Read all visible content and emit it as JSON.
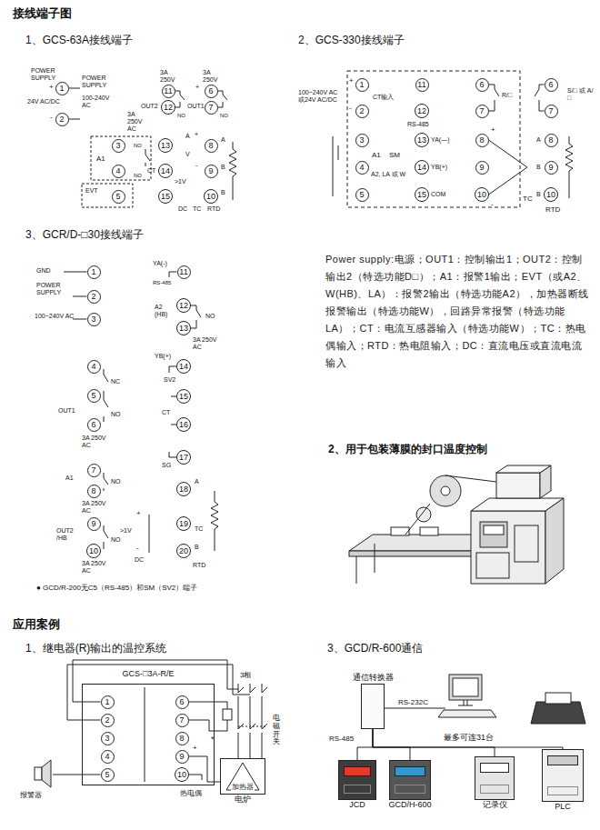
{
  "diagram": {
    "title": "接线端子图",
    "nodes": [
      {
        "text": [
          "1"
        ]
      },
      {
        "text": [
          "2"
        ]
      },
      {
        "text": [
          "3"
        ]
      },
      {
        "text": [
          "4"
        ]
      },
      {
        "text": [
          "5"
        ]
      },
      {
        "text": [
          "6"
        ]
      },
      {
        "text": [
          "7"
        ]
      },
      {
        "text": [
          "8"
        ]
      },
      {
        "text": [
          "9"
        ]
      },
      {
        "text": [
          "10"
        ]
      },
      {
        "text": [
          "11"
        ]
      },
      {
        "text": [
          "12"
        ]
      },
      {
        "text": [
          "13"
        ]
      },
      {
        "text": [
          "14"
        ]
      },
      {
        "text": [
          "15"
        ]
      },
      {
        "text": [
          "1"
        ]
      },
      {
        "text": [
          "2"
        ]
      },
      {
        "text": [
          "3"
        ]
      },
      {
        "text": [
          "4"
        ]
      },
      {
        "text": [
          "5"
        ]
      },
      {
        "text": [
          "6"
        ]
      },
      {
        "text": [
          "7"
        ]
      },
      {
        "text": [
          "8"
        ]
      },
      {
        "text": [
          "9"
        ]
      },
      {
        "text": [
          "10"
        ]
      },
      {
        "text": [
          "11"
        ]
      },
      {
        "text": [
          "12"
        ]
      },
      {
        "text": [
          "13"
        ]
      },
      {
        "text": [
          "14"
        ]
      },
      {
        "text": [
          "15"
        ]
      },
      {
        "text": [
          "6"
        ]
      },
      {
        "text": [
          "7"
        ]
      },
      {
        "text": [
          "8"
        ]
      },
      {
        "text": [
          "9"
        ]
      },
      {
        "text": [
          "10"
        ]
      },
      {
        "text": [
          "1"
        ]
      },
      {
        "text": [
          "2"
        ]
      },
      {
        "text": [
          "3"
        ]
      },
      {
        "text": [
          "4"
        ]
      },
      {
        "text": [
          "5"
        ]
      },
      {
        "text": [
          "6"
        ]
      },
      {
        "text": [
          "7"
        ]
      },
      {
        "text": [
          "8"
        ]
      },
      {
        "text": [
          "9"
        ]
      },
      {
        "text": [
          "10"
        ]
      },
      {
        "text": [
          "11"
        ]
      },
      {
        "text": [
          "12"
        ]
      },
      {
        "text": [
          "13"
        ]
      },
      {
        "text": [
          "14"
        ]
      },
      {
        "text": [
          "15"
        ]
      },
      {
        "text": [
          "16"
        ]
      },
      {
        "text": [
          "17"
        ]
      },
      {
        "text": [
          "18"
        ]
      },
      {
        "text": [
          "19"
        ]
      },
      {
        "text": [
          "20"
        ]
      },
      {
        "text": [
          "GCS-□3A-R/E"
        ]
      },
      {
        "text": [
          "1"
        ],
        "in": 55
      },
      {
        "text": [
          "2"
        ],
        "in": 55
      },
      {
        "text": [
          "3"
        ],
        "in": 55
      },
      {
        "text": [
          "4"
        ],
        "in": 55
      },
      {
        "text": [
          "5"
        ],
        "in": 55
      },
      {
        "text": [
          "6"
        ],
        "in": 55
      },
      {
        "text": [
          "7"
        ],
        "in": 55
      },
      {
        "text": [
          "8"
        ],
        "in": 55
      },
      {
        "text": [
          "9"
        ],
        "in": 55
      },
      {
        "text": [
          "10"
        ],
        "in": 55
      },
      {
        "text": [
          "加热器",
          "电炉"
        ]
      },
      {
        "text": [
          "通信转换器"
        ]
      },
      {
        "text": [
          "JCD"
        ]
      },
      {
        "text": [
          "GCD/H-600"
        ]
      },
      {
        "text": [
          "记录仪"
        ]
      },
      {
        "text": [
          "PLC"
        ]
      }
    ],
    "edges": [
      {
        "from": 67,
        "to": 68,
        "arrow": "none"
      },
      {
        "from": 67,
        "to": 69,
        "arrow": "none"
      },
      {
        "from": 67,
        "to": 70,
        "arrow": "none"
      },
      {
        "from": 67,
        "to": 71,
        "arrow": "none"
      }
    ],
    "labels": [
      "1、GCS-63A接线端子",
      "2、GCS-330接线端子",
      "POWER SUPPLY",
      "+",
      "24V AC/DC",
      "-",
      "POWER SUPPLY",
      "100-240V AC",
      "3A 250V",
      "OUT2",
      "NO",
      "3A 250V",
      "+",
      "OUT1",
      "NO",
      "3A 250V AC",
      "A1",
      "NO",
      "NO",
      "EVT",
      "CT",
      "A",
      "+",
      "V",
      "-",
      ">1V",
      "DC",
      "TC",
      "RTD",
      "A",
      "B",
      "B",
      "100~240V AC 或24V AC/DC",
      "+",
      "-",
      "CT输入",
      "RS-485",
      "YA(—)",
      "SM",
      "YB(+)",
      "COM",
      "A1",
      "A2, LA 或 W",
      "R/□",
      "+",
      "-",
      "TC",
      "S/□ 或 A/□",
      "A",
      "B",
      "B",
      "RTD",
      "3、GCR/D-□30接线端子",
      "GND",
      "POWER SUPPLY",
      "100~240V AC",
      "NC",
      "OUT1",
      "NO",
      "3A 250V AC",
      "A1",
      "NO",
      "3A 250V AC",
      "OUT2 /HB",
      "NO",
      "3A 250V AC",
      "YA(-)",
      "RS-485",
      "A2 (HB)",
      "NO",
      "3A 250V AC",
      "YB(+)",
      "SV2",
      "CT",
      "SG",
      "A",
      ">1V",
      "+",
      "-",
      "DC",
      "TC",
      "B",
      "RTD",
      "● GCD/R-200无C5（RS-485）和SM（SV2）端子",
      "Power supply:电源；OUT1：控制输出1；OUT2：控制输出2（特选功能D□）；A1：报警1输出；EVT（或A2、W(HB)、LA）：报警2输出（特选功能A2），加热器断线报警输出（特选功能W），回路异常报警（特选功能LA）；CT：电流互感器输入（特选功能W）；TC：热电偶输入；RTD：热电阻输入；DC：直流电压或直流电流输入",
      "2、用于包装薄膜的封口温度控制",
      "应用案例",
      "1、继电器(R)输出的温控系统",
      "3、GCD/R-600通信",
      "3相",
      "电磁开关",
      "报警器",
      "热电偶",
      "*",
      "+",
      "RS-232C",
      "RS-485",
      "最多可连31台"
    ]
  }
}
